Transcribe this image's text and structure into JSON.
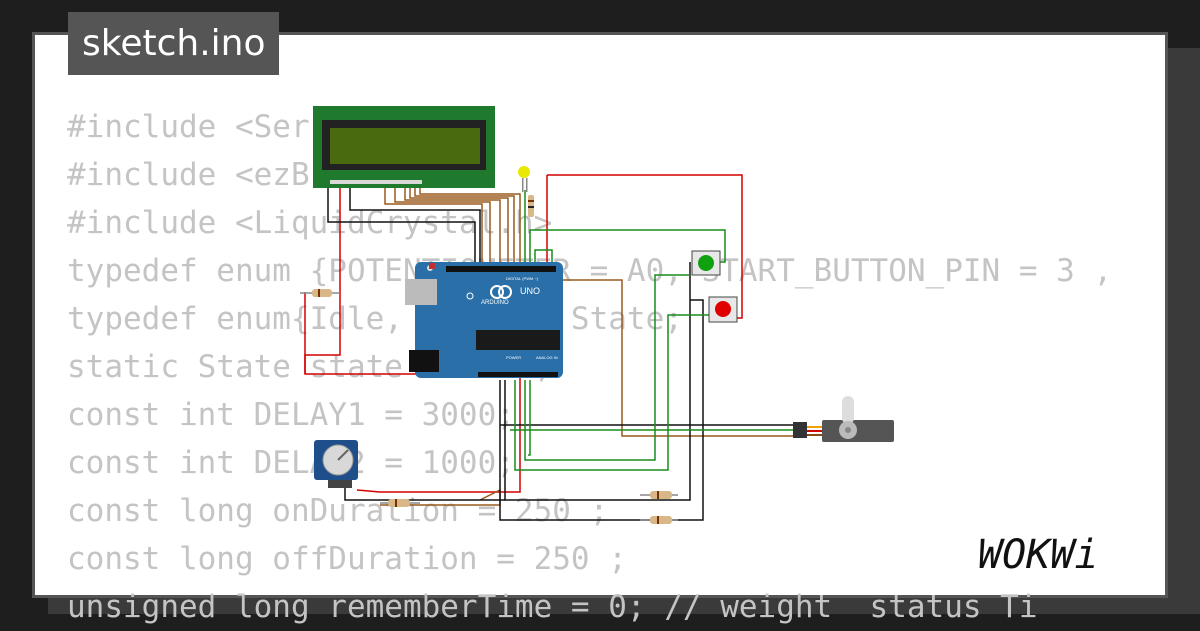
{
  "filename": "sketch.ino",
  "code_lines": [
    "#include <Ser",
    "#include <ezB",
    "#include <LiquidCrystal.h>",
    "typedef enum {POTENTIOMETER = A0, START_BUTTON_PIN = 3 ,",
    "typedef enum{Idle, Active} State;",
    "static State state = Idle;",
    "const int DELAY1 = 3000;",
    "const int DELAY2 = 1000;",
    "const long onDuration = 250 ;",
    "const long offDuration = 250 ;",
    "unsigned long rememberTime = 0; // weight  status Ti"
  ],
  "board": {
    "name": "UNO",
    "brand": "ARDUINO",
    "digital_label": "DIGITAL (PWM ~)",
    "power_label": "POWER",
    "analog_label": "ANALOG IN"
  },
  "logo_text": "WOKWi",
  "colors": {
    "background": "#1e1e1e",
    "card": "#ffffff",
    "code": "#c4c4c4",
    "label_bg": "#555555",
    "arduino_blue": "#2a6fa8",
    "lcd_green": "#1f7a2e",
    "lcd_screen": "#4a6a10",
    "wire_red": "#d40000",
    "wire_green": "#1a8c1a",
    "wire_brown": "#9a5a1e",
    "wire_black": "#111111",
    "button_green": "#10a010",
    "button_red": "#e00000"
  },
  "icons": [
    "arduino-uno-board",
    "lcd-1602",
    "servo-motor",
    "potentiometer",
    "push-button-green",
    "push-button-red",
    "led-yellow",
    "resistor"
  ]
}
